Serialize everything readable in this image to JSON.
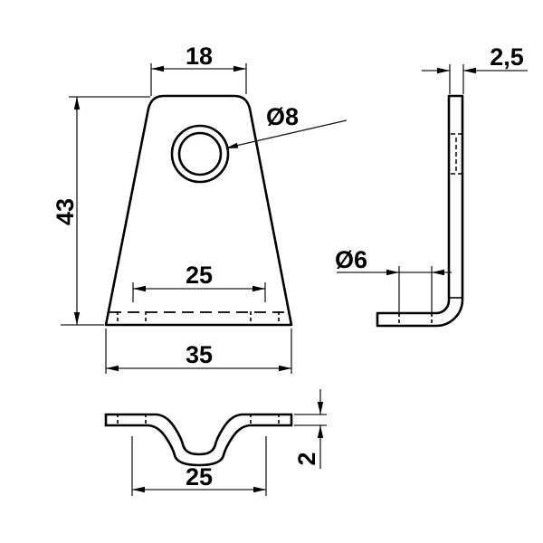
{
  "colors": {
    "background": "#ffffff",
    "lines": "#000000"
  },
  "views": {
    "front": {
      "top_width": "18",
      "height": "43",
      "channel_width": "25",
      "base_width": "35",
      "hole_diameter": "Ø8"
    },
    "side": {
      "thickness": "2,5",
      "channel_diameter": "Ø6"
    },
    "bottom": {
      "channel_width": "25",
      "thickness": "2"
    }
  }
}
